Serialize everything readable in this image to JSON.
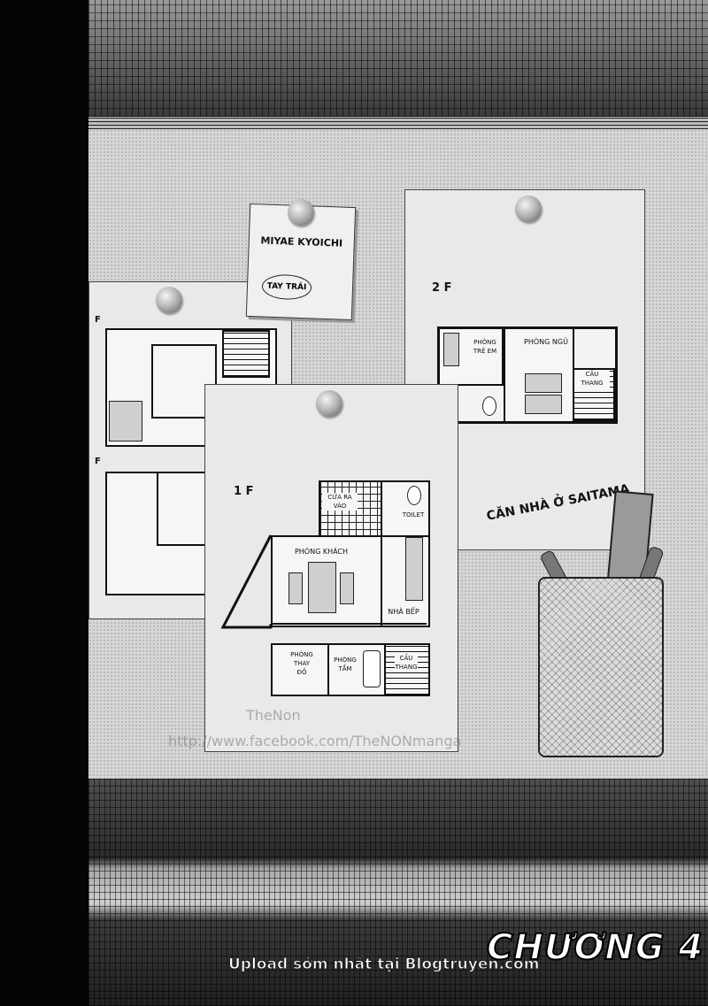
{
  "note": {
    "name": "MIYAE KYOICHI",
    "circled": "TAY TRÁI"
  },
  "plan_1f": {
    "floor": "1 F",
    "entrance": "CỬA RA VÀO",
    "toilet": "TOILET",
    "living": "PHÒNG KHÁCH",
    "kitchen": "NHÀ BẾP",
    "changing": "PHÒNG THAY ĐỒ",
    "bath": "PHÒNG TẮM",
    "stairs": "CẦU THANG"
  },
  "plan_2f": {
    "floor": "2 F",
    "kids_room": "PHÒNG TRẺ EM",
    "bedroom": "PHÒNG NGỦ",
    "stairs": "CẦU THANG"
  },
  "board_caption": "CĂN NHÀ Ở SAITAMA",
  "left_plan": {
    "floor_a": "F",
    "floor_b": "F"
  },
  "watermark": {
    "name": "TheNon",
    "url": "http://www.facebook.com/TheNONmanga"
  },
  "chapter_title": "CHƯƠNG 4",
  "upload_credit": "Upload sớm nhất tại Blogtruyen.com"
}
